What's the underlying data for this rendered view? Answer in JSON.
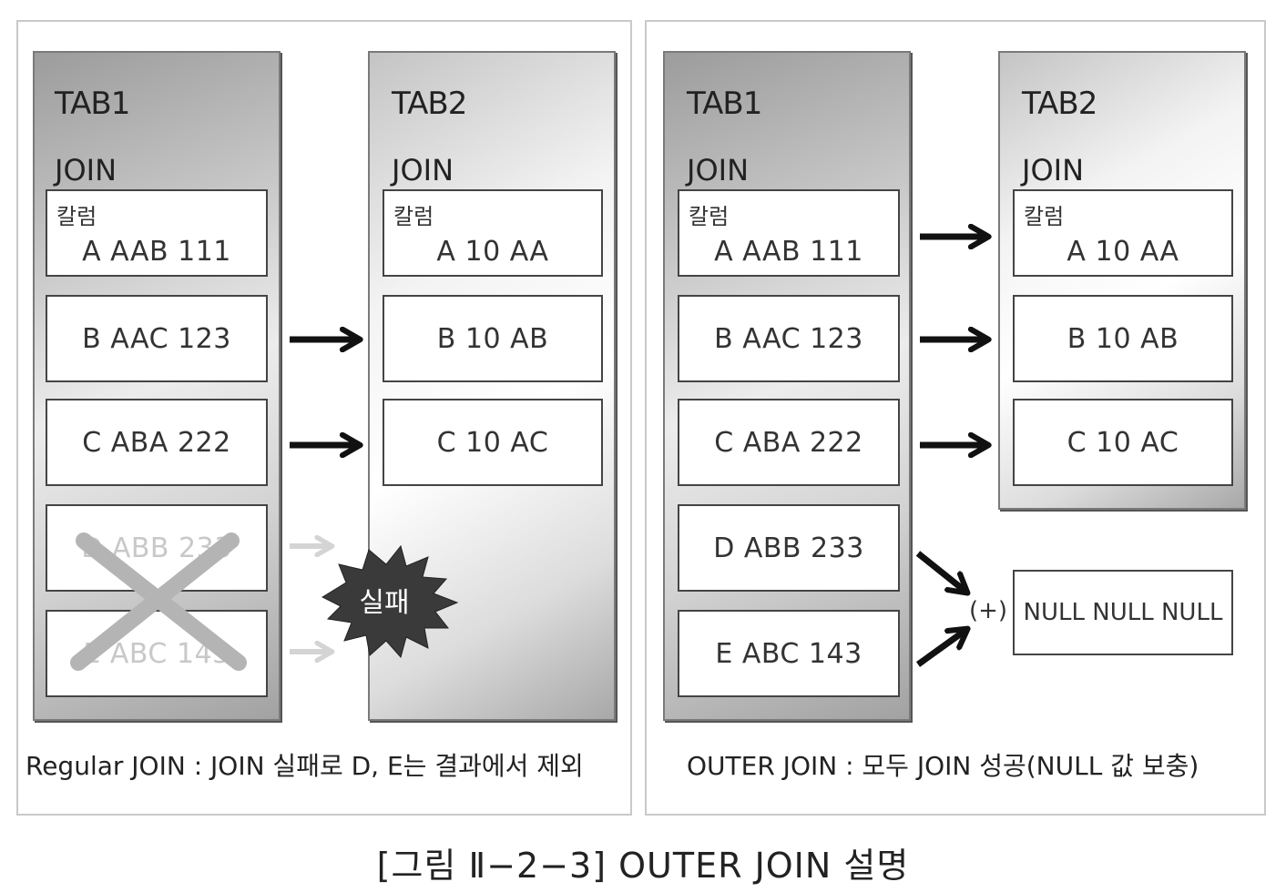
{
  "left": {
    "tab1": {
      "name": "TAB1",
      "join_label": "JOIN",
      "rows": [
        {
          "label": "칼럼",
          "text": "A  AAB  111"
        },
        {
          "text": "B  AAC  123"
        },
        {
          "text": "C  ABA  222"
        },
        {
          "text": "D  ABB  233"
        },
        {
          "text": "E  ABC  143"
        }
      ]
    },
    "tab2": {
      "name": "TAB2",
      "join_label": "JOIN",
      "rows": [
        {
          "label": "칼럼",
          "text": "A  10  AA"
        },
        {
          "text": "B  10  AB"
        },
        {
          "text": "C  10  AC"
        }
      ]
    },
    "burst_text": "실패",
    "caption": "Regular JOIN : JOIN 실패로 D, E는 결과에서 제외"
  },
  "right": {
    "tab1": {
      "name": "TAB1",
      "join_label": "JOIN",
      "rows": [
        {
          "label": "칼럼",
          "text": "A  AAB  111"
        },
        {
          "text": "B  AAC  123"
        },
        {
          "text": "C  ABA  222"
        },
        {
          "text": "D  ABB  233"
        },
        {
          "text": "E  ABC  143"
        }
      ]
    },
    "tab2": {
      "name": "TAB2",
      "join_label": "JOIN",
      "rows": [
        {
          "label": "칼럼",
          "text": "A  10  AA"
        },
        {
          "text": "B  10  AB"
        },
        {
          "text": "C  10  AC"
        }
      ]
    },
    "plus_label": "(+)",
    "null_row": "NULL  NULL  NULL",
    "caption": "OUTER JOIN : 모두 JOIN 성공(NULL 값 보충)"
  },
  "figure_title": "[그림  Ⅱ−2−3]  OUTER  JOIN  설명"
}
